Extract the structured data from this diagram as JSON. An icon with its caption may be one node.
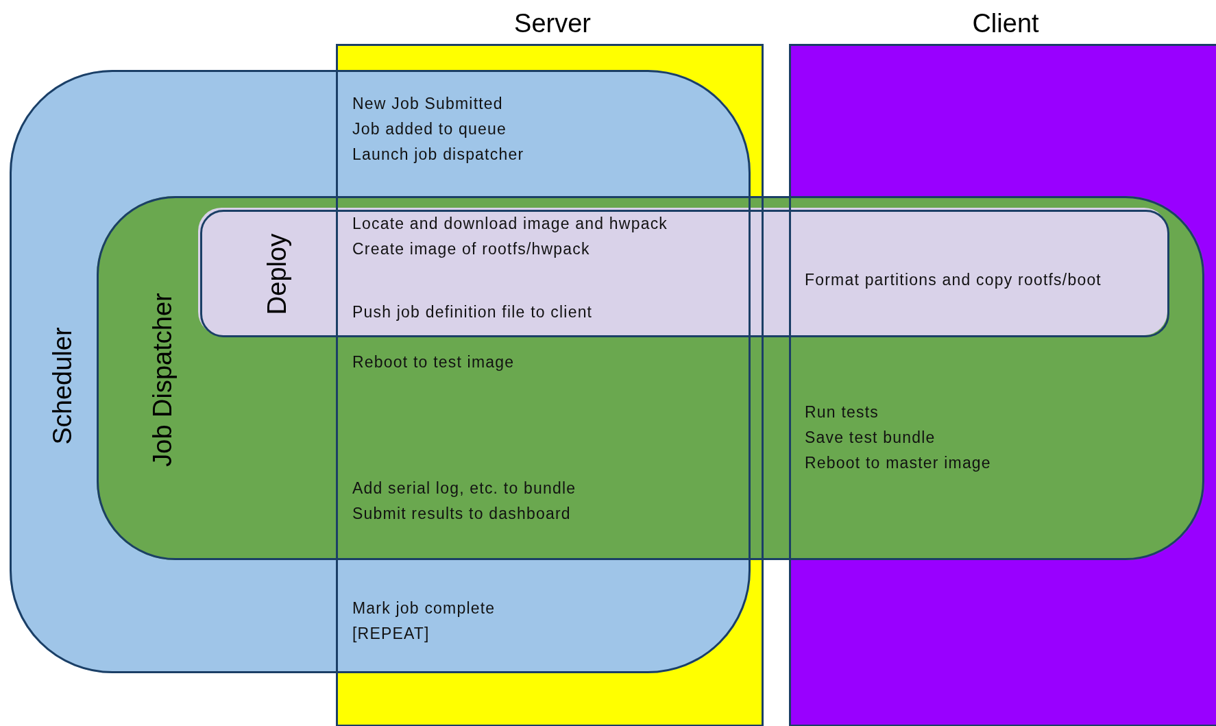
{
  "diagram": {
    "nodes": [
      {
        "text": [
          "Server"
        ]
      },
      {
        "text": [
          "Client"
        ]
      },
      {
        "text": [
          "Scheduler"
        ]
      },
      {
        "text": [
          "Job Dispatcher"
        ]
      },
      {
        "text": [
          "Deploy"
        ],
        "in": 3
      }
    ],
    "labels": [
      "New Job Submitted",
      "Job added to queue",
      "Launch job dispatcher",
      "Locate and download image and hwpack",
      "Create image of rootfs/hwpack",
      "Format partitions and copy rootfs/boot",
      "Push job definition file to client",
      "Reboot to test image",
      "Run tests",
      "Save test bundle",
      "Reboot to master image",
      "Add serial log, etc. to bundle",
      "Submit results to dashboard",
      "Mark job complete",
      "[REPEAT]"
    ]
  }
}
